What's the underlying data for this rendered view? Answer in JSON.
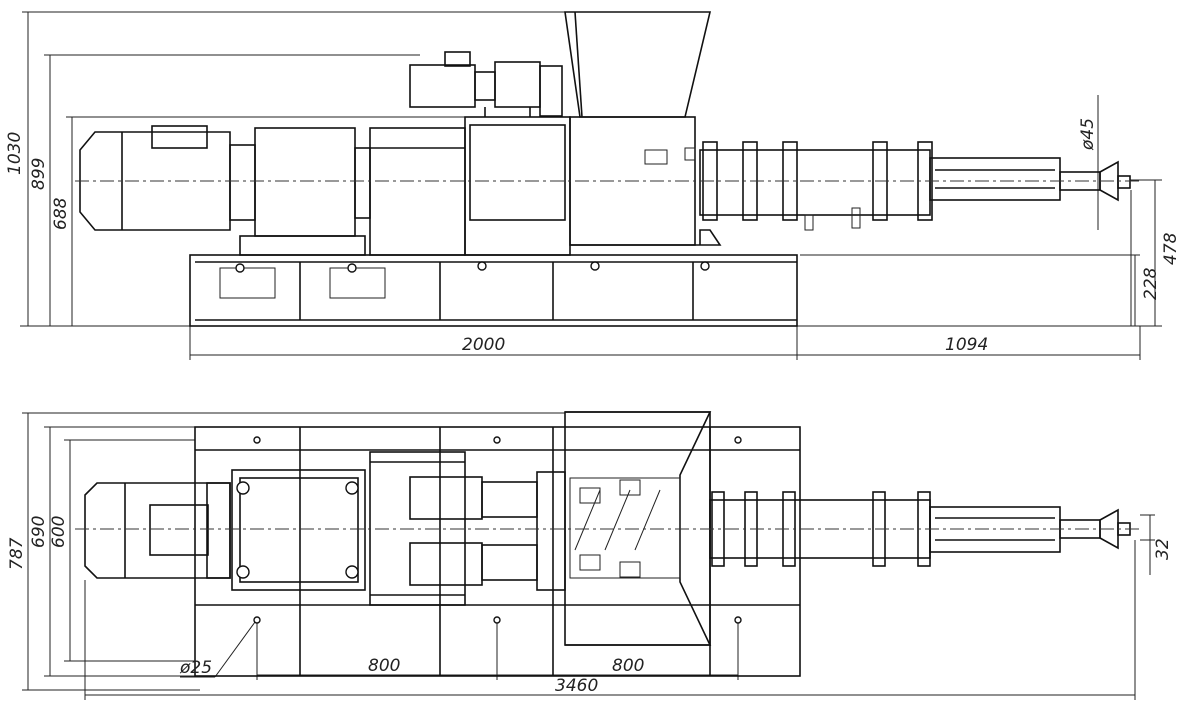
{
  "side_view": {
    "dimensions": {
      "overall_height": "1030",
      "hopper_height": "899",
      "motor_height": "688",
      "nozzle_diameter": "ø45",
      "axis_height": "478",
      "frame_height": "228",
      "frame_length": "2000",
      "overhang_length": "1094"
    }
  },
  "top_view": {
    "dimensions": {
      "overall_width": "787",
      "frame_width": "690",
      "hole_spacing_width": "600",
      "nozzle_size": "32",
      "hole_diameter": "ø25",
      "hole_pitch_1": "800",
      "hole_pitch_2": "800",
      "overall_length": "3460"
    }
  }
}
